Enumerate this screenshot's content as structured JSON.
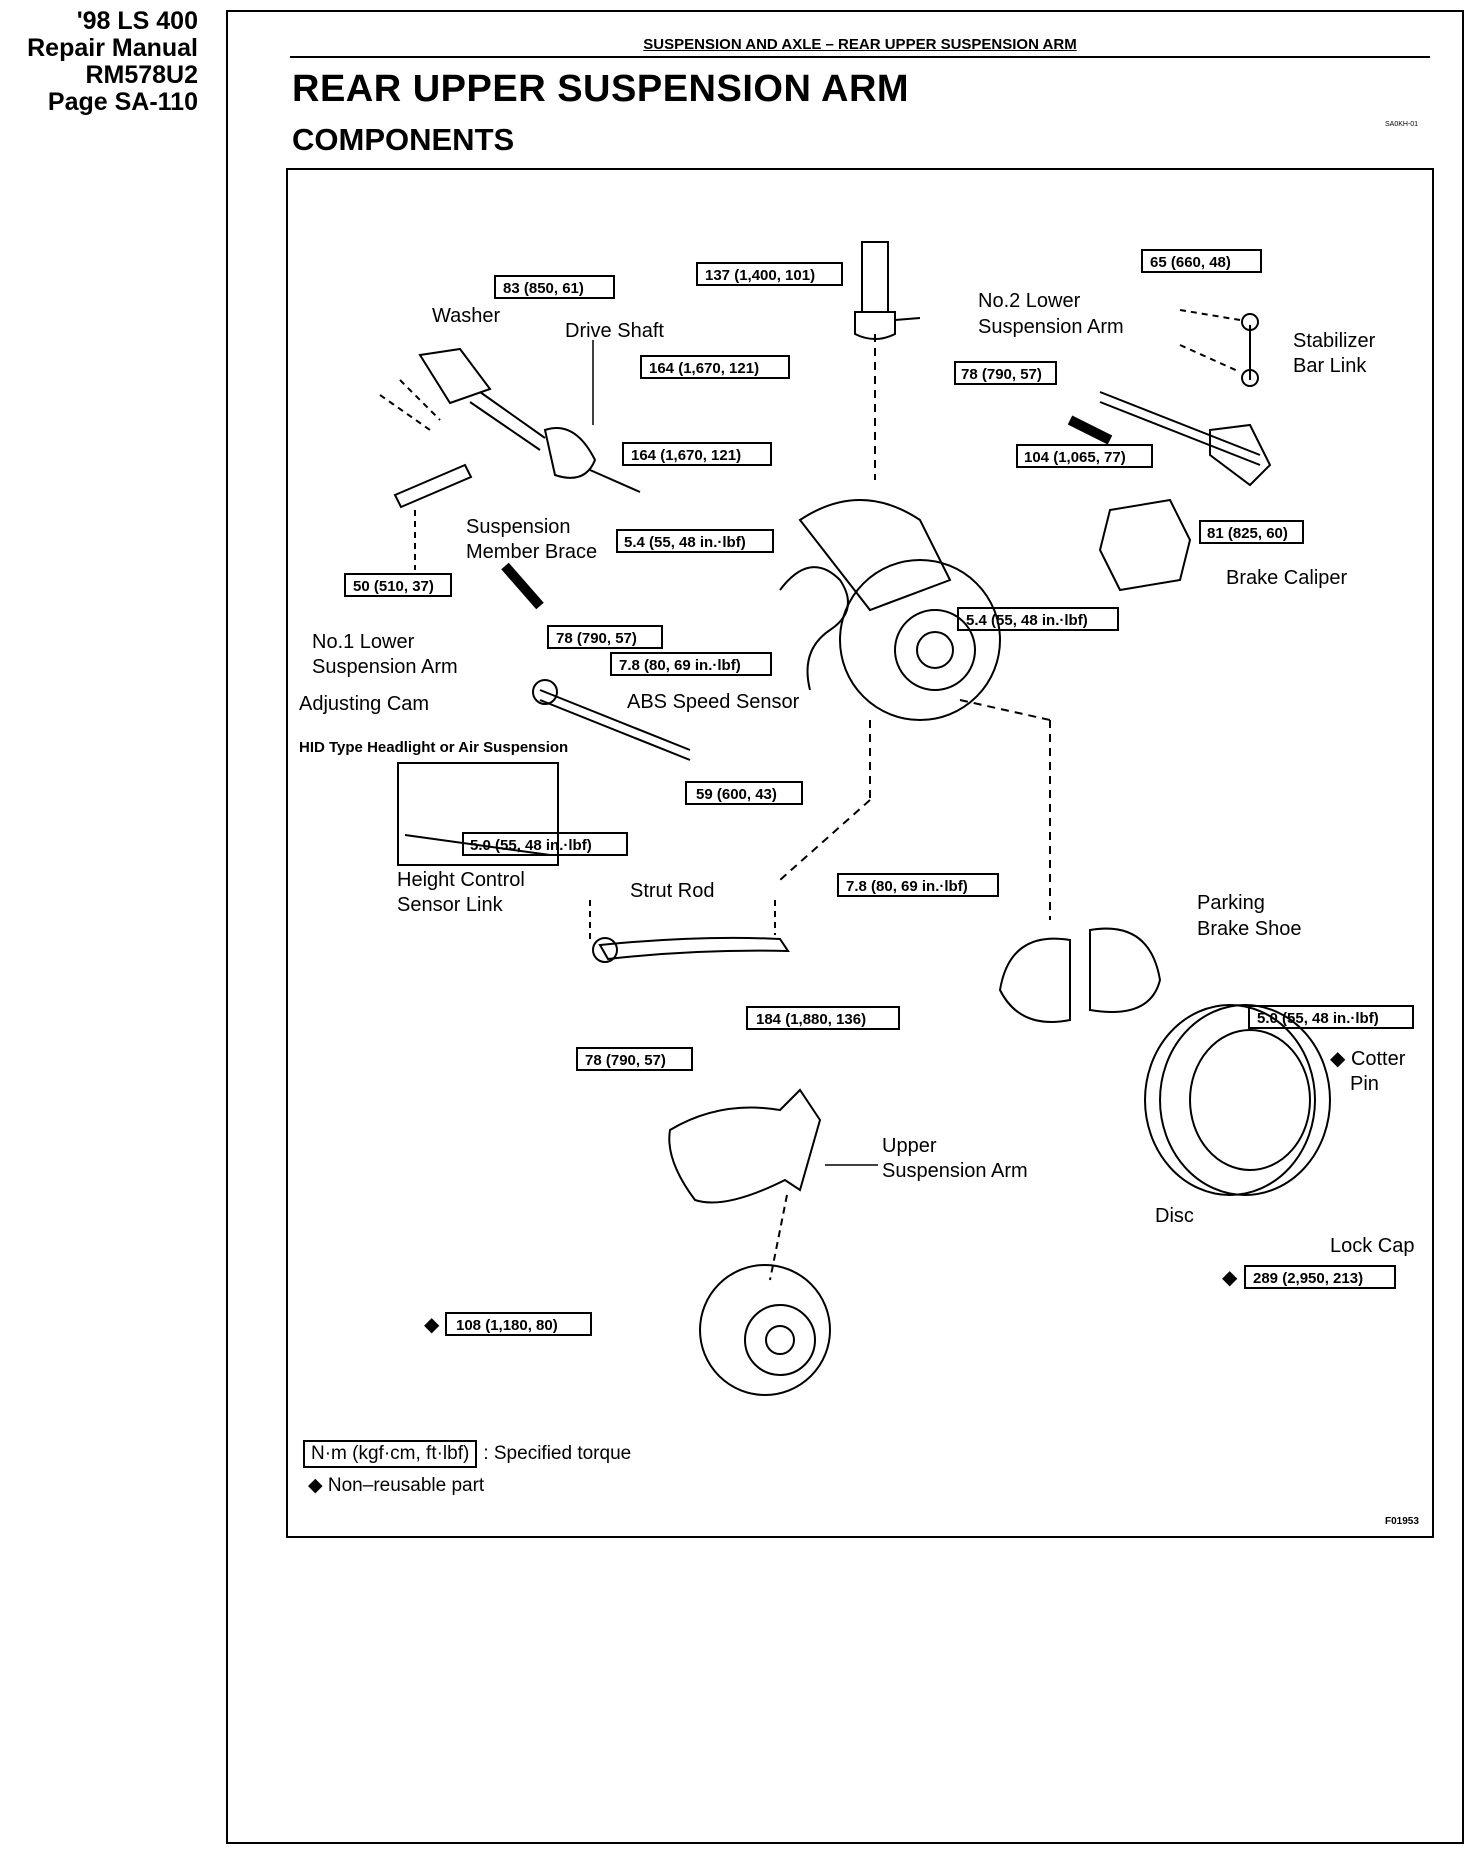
{
  "header_side": [
    "'98 LS 400",
    "Repair Manual",
    "RM578U2",
    "Page SA-110"
  ],
  "running_head": "SUSPENSION AND AXLE  –  REAR UPPER SUSPENSION ARM",
  "title": "REAR UPPER SUSPENSION ARM",
  "subtitle": "COMPONENTS",
  "small_code": "SA0KH-01",
  "figure_code": "F01953",
  "legend": {
    "torque_unit": "N·m (kgf·cm, ft·lbf)",
    "torque_text": ": Specified torque",
    "nonreusable": "◆ Non–reusable part"
  },
  "labels": {
    "washer": "Washer",
    "drive_shaft": "Drive Shaft",
    "no2_lower_1": "No.2 Lower",
    "no2_lower_2": "Suspension Arm",
    "stabilizer_1": "Stabilizer",
    "stabilizer_2": "Bar Link",
    "susp_member_1": "Suspension",
    "susp_member_2": "Member Brace",
    "brake_caliper": "Brake Caliper",
    "no1_lower_1": "No.1 Lower",
    "no1_lower_2": "Suspension Arm",
    "adjusting_cam": "Adjusting Cam",
    "abs_sensor": "ABS Speed Sensor",
    "hid": "HID Type Headlight or Air Suspension",
    "height_ctrl_1": "Height Control",
    "height_ctrl_2": "Sensor Link",
    "strut_rod": "Strut Rod",
    "parking_1": "Parking",
    "parking_2": "Brake Shoe",
    "cotter_1": "◆ Cotter",
    "cotter_2": "Pin",
    "upper_1": "Upper",
    "upper_2": "Suspension Arm",
    "disc": "Disc",
    "lock_cap": "Lock Cap"
  },
  "torques": {
    "t137": "137 (1,400, 101)",
    "t83": "83 (850, 61)",
    "t65": "65 (660, 48)",
    "t164a": "164 (1,670, 121)",
    "t78a": "78 (790, 57)",
    "t164b": "164 (1,670, 121)",
    "t104": "104 (1,065, 77)",
    "t54a": "5.4 (55, 48 in.·lbf)",
    "t81": "81 (825, 60)",
    "t50": "50 (510, 37)",
    "t78b": "78 (790, 57)",
    "t54b": "5.4 (55, 48 in.·lbf)",
    "t78c": "7.8 (80, 69 in.·lbf)",
    "t59": "59 (600, 43)",
    "t50b": "5.0 (55, 48 in.·lbf)",
    "t78d": "7.8 (80, 69 in.·lbf)",
    "t184": "184 (1,880, 136)",
    "t78e": "78 (790, 57)",
    "t50c": "5.0 (55, 48 in.·lbf)",
    "t289": "289 (2,950, 213)",
    "t108": "108 (1,180, 80)"
  },
  "diamond": "◆"
}
